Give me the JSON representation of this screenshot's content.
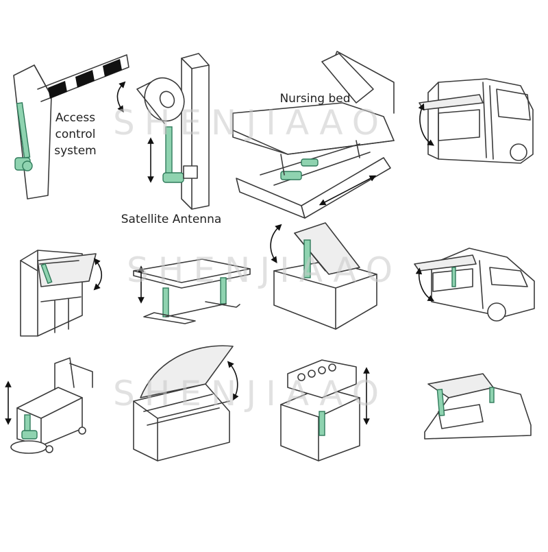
{
  "labels": {
    "access": [
      "Access",
      "control",
      "system"
    ],
    "satellite": "Satellite Antenna",
    "nursing": "Nursing bed"
  },
  "watermark": "SHENJIAAO",
  "colors": {
    "actuator": "#8fd3b0",
    "outline": "#3a3a3a",
    "watermark": "#c8c8c8"
  }
}
